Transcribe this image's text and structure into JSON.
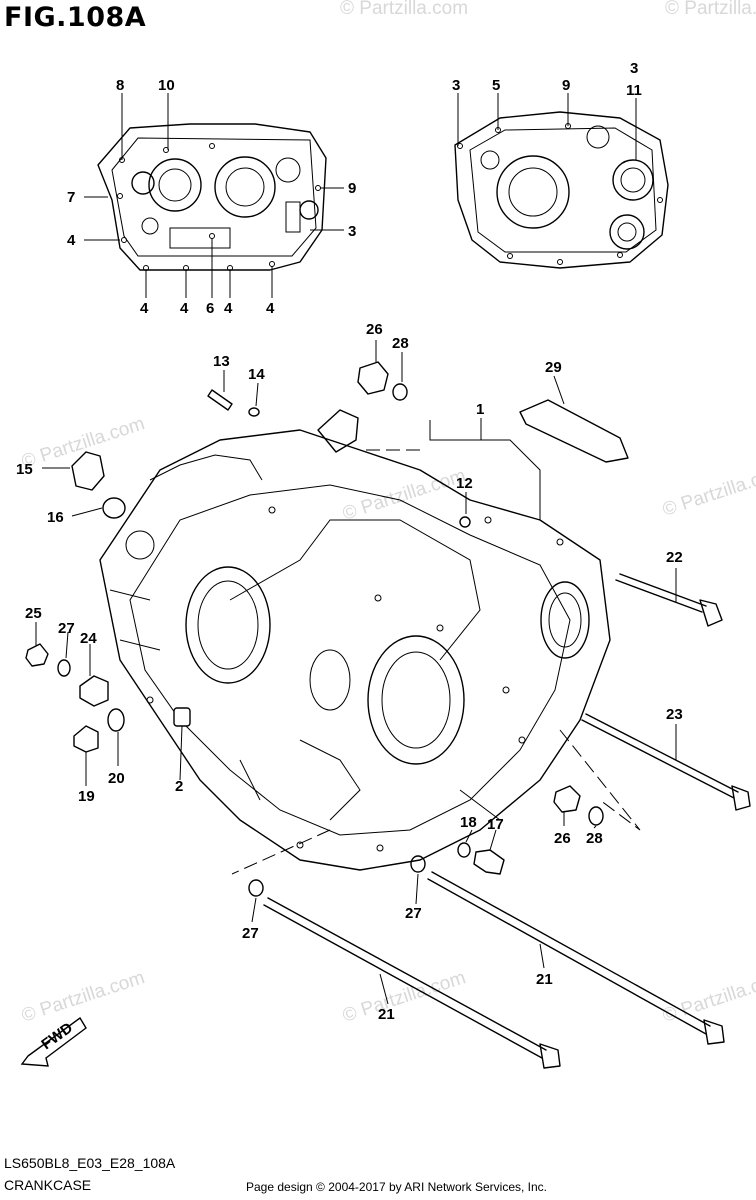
{
  "figure_title": "FIG.108A",
  "diagram_code": "LS650BL8_E03_E28_108A",
  "section_name": "CRANKCASE",
  "page_credit": "Page design © 2004-2017 by ARI Network Services, Inc.",
  "watermark": "© Partzilla.com",
  "direction_label": "FWD",
  "callouts": {
    "c1": "1",
    "c2": "2",
    "c3": "3",
    "c4": "4",
    "c5": "5",
    "c6": "6",
    "c7": "7",
    "c8": "8",
    "c9": "9",
    "c10": "10",
    "c11": "11",
    "c12": "12",
    "c13": "13",
    "c14": "14",
    "c15": "15",
    "c16": "16",
    "c17": "17",
    "c18": "18",
    "c19": "19",
    "c20": "20",
    "c21": "21",
    "c22": "22",
    "c23": "23",
    "c24": "24",
    "c25": "25",
    "c26": "26",
    "c27": "27",
    "c28": "28",
    "c29": "29"
  },
  "colors": {
    "ink": "#000000",
    "background": "#ffffff",
    "watermark": "#d8d8d8"
  }
}
